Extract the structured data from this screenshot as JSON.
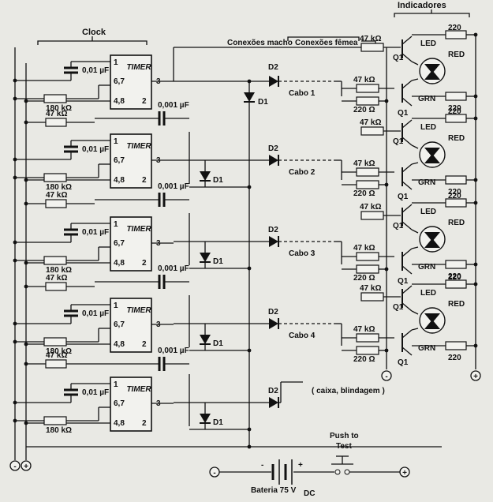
{
  "headers": {
    "clock": "Clock",
    "indicators": "Indicadores",
    "conn_male": "Conexões macho",
    "conn_female": "Conexões fêmea"
  },
  "timer": {
    "name": "TIMER",
    "pin1": "1",
    "pin67": "6,7",
    "pin48": "4,8",
    "pin2": "2",
    "pin3": "3"
  },
  "values": {
    "cap_clock": "0,01 µF",
    "cap_coupling": "0,001 µF",
    "res_180k": "180 kΩ",
    "res_47k": "47 kΩ",
    "res_220ohm": "220 Ω",
    "res_220": "220"
  },
  "diodes": {
    "d1": "D1",
    "d2": "D2"
  },
  "transistor": "Q1",
  "led": {
    "led": "LED",
    "red": "RED",
    "grn": "GRN"
  },
  "cables": [
    "Cabo 1",
    "Cabo 2",
    "Cabo 3",
    "Cabo 4"
  ],
  "shield": "( caixa, blindagem )",
  "battery": "Bateria 75 V",
  "battery_sub": "DC",
  "push": {
    "line1": "Push to",
    "line2": "Test"
  },
  "symbols": {
    "minus": "-",
    "plus": "+"
  }
}
